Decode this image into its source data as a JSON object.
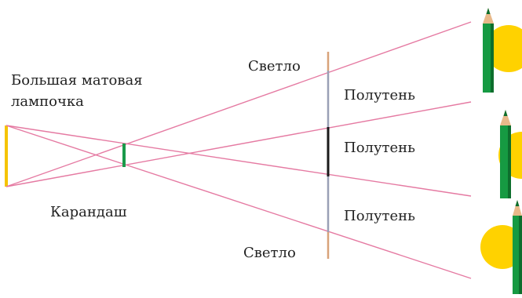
{
  "labels": {
    "lamp_line1": "Большая матовая",
    "lamp_line2": "лампочка",
    "pencil": "Карандаш",
    "light_top": "Светло",
    "light_bottom": "Светло",
    "penumbra_1": "Полутень",
    "penumbra_2": "Полутень",
    "penumbra_3": "Полутень"
  },
  "colors": {
    "ray": "#e57aa2",
    "lamp": "#f5c400",
    "pencil_small": "#1a9a4a",
    "screen_light": "#d8a37a",
    "screen_gray": "#9aa0b6",
    "shadow": "#1a1a1a",
    "spot": "#ffd200",
    "pencil_green": "#169a42",
    "pencil_green_dark": "#0d6e2d",
    "pencil_wood": "#e8b98a"
  }
}
